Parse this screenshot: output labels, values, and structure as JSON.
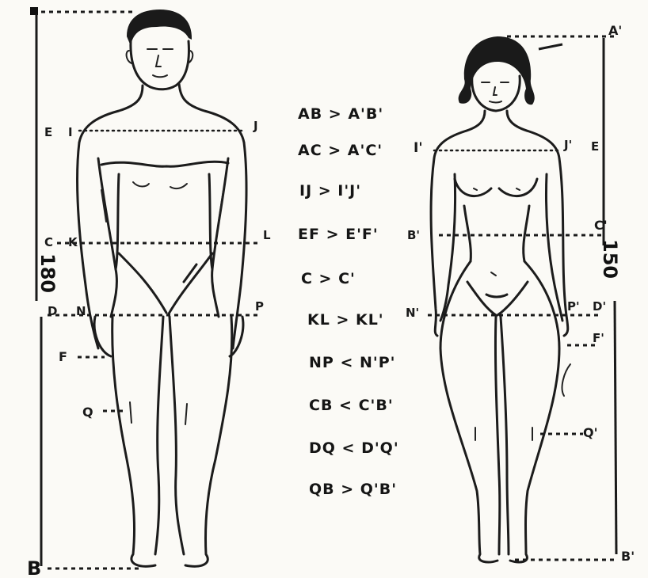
{
  "male": {
    "points": {
      "E": "E",
      "I": "I",
      "J": "J",
      "C": "C",
      "K": "K",
      "L": "L",
      "D": "D",
      "N": "N",
      "P": "P",
      "F": "F",
      "Q": "Q",
      "B": "B"
    },
    "height": "180"
  },
  "female": {
    "points": {
      "A": "A'",
      "I": "I'",
      "J": "J'",
      "E": "E",
      "B_mid": "B'",
      "C": "C'",
      "N": "N'",
      "P": "P'",
      "D": "D'",
      "F": "F'",
      "Q": "Q'",
      "B": "B'"
    },
    "height": "150"
  },
  "comparisons": [
    "AB > A'B'",
    "AC > A'C'",
    "IJ > I'J'",
    "EF > E'F'",
    "C > C'",
    "KL > KL'",
    "NP < N'P'",
    "CB < C'B'",
    "DQ < D'Q'",
    "QB > Q'B'"
  ]
}
